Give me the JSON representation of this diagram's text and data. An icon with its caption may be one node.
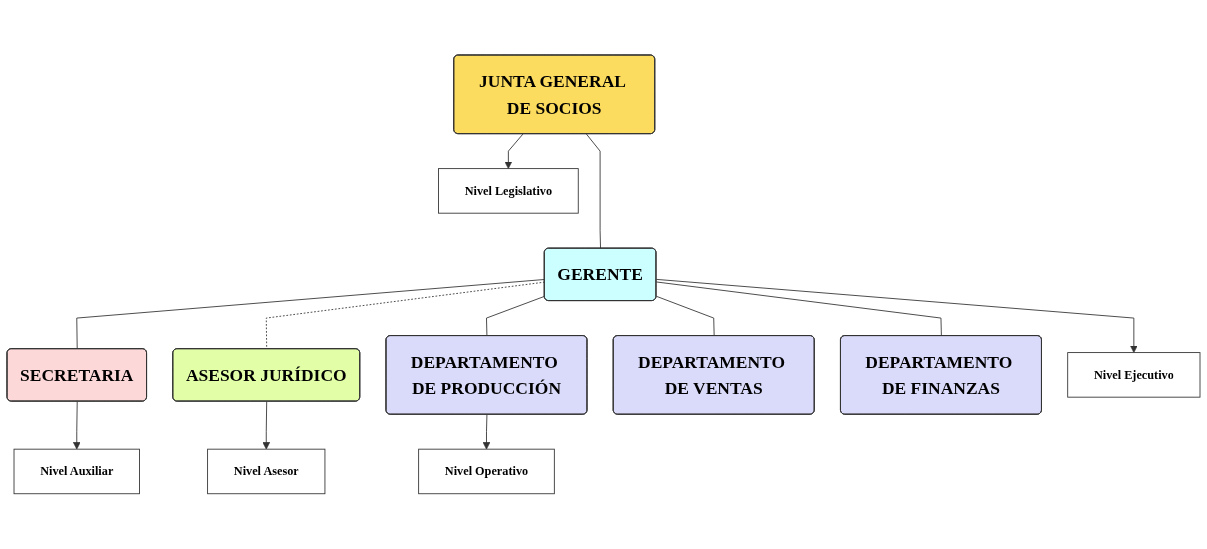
{
  "diagram": {
    "nodes": [
      {
        "text": [
          "JUNTA GENERAL DE SOCIOS"
        ]
      },
      {
        "text": [
          "Nivel Legislativo"
        ]
      },
      {
        "text": [
          "GERENTE"
        ]
      },
      {
        "text": [
          "Nivel Ejecutivo"
        ]
      },
      {
        "text": [
          "Nivel Asesor"
        ]
      },
      {
        "text": [
          "Nivel Auxiliar"
        ]
      },
      {
        "text": [
          "ASESOR JURÍDICO"
        ]
      },
      {
        "text": [
          "SECRETARIA"
        ]
      },
      {
        "text": [
          "Nivel Operativo"
        ]
      },
      {
        "text": [
          "DEPARTAMENTO DE PRODUCCIÓN"
        ]
      },
      {
        "text": [
          "DEPARTAMENTO DE VENTAS"
        ]
      },
      {
        "text": [
          "DEPARTAMENTO DE FINANZAS"
        ]
      }
    ],
    "edges": [
      {
        "from": 0,
        "to": 2,
        "arrow": "none"
      },
      {
        "from": 2,
        "to": 7,
        "arrow": "none"
      },
      {
        "from": 2,
        "to": 6,
        "arrow": "none",
        "style": "dashed"
      },
      {
        "from": 2,
        "to": 9,
        "arrow": "none"
      },
      {
        "from": 2,
        "to": 10,
        "arrow": "none"
      },
      {
        "from": 2,
        "to": 11,
        "arrow": "none"
      },
      {
        "from": 0,
        "to": 1,
        "arrow": "to"
      },
      {
        "from": 2,
        "to": 3,
        "arrow": "to"
      },
      {
        "from": 7,
        "to": 5,
        "arrow": "to"
      },
      {
        "from": 6,
        "to": 4,
        "arrow": "to"
      },
      {
        "from": 9,
        "to": 8,
        "arrow": "to"
      }
    ]
  }
}
